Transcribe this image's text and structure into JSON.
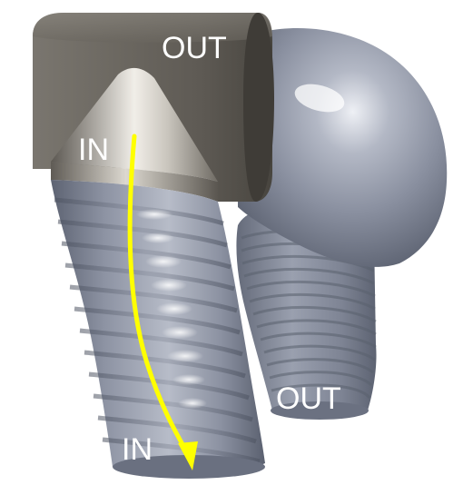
{
  "labels": {
    "out_top": "OUT",
    "in_top": "IN",
    "out_bottom": "OUT",
    "in_bottom": "IN"
  },
  "colors": {
    "background": "#ffffff",
    "tee_body": "#6e6a63",
    "hose": "#8b92a3",
    "flow_arrow": "#ffff00",
    "label_text": "#ffffff"
  }
}
